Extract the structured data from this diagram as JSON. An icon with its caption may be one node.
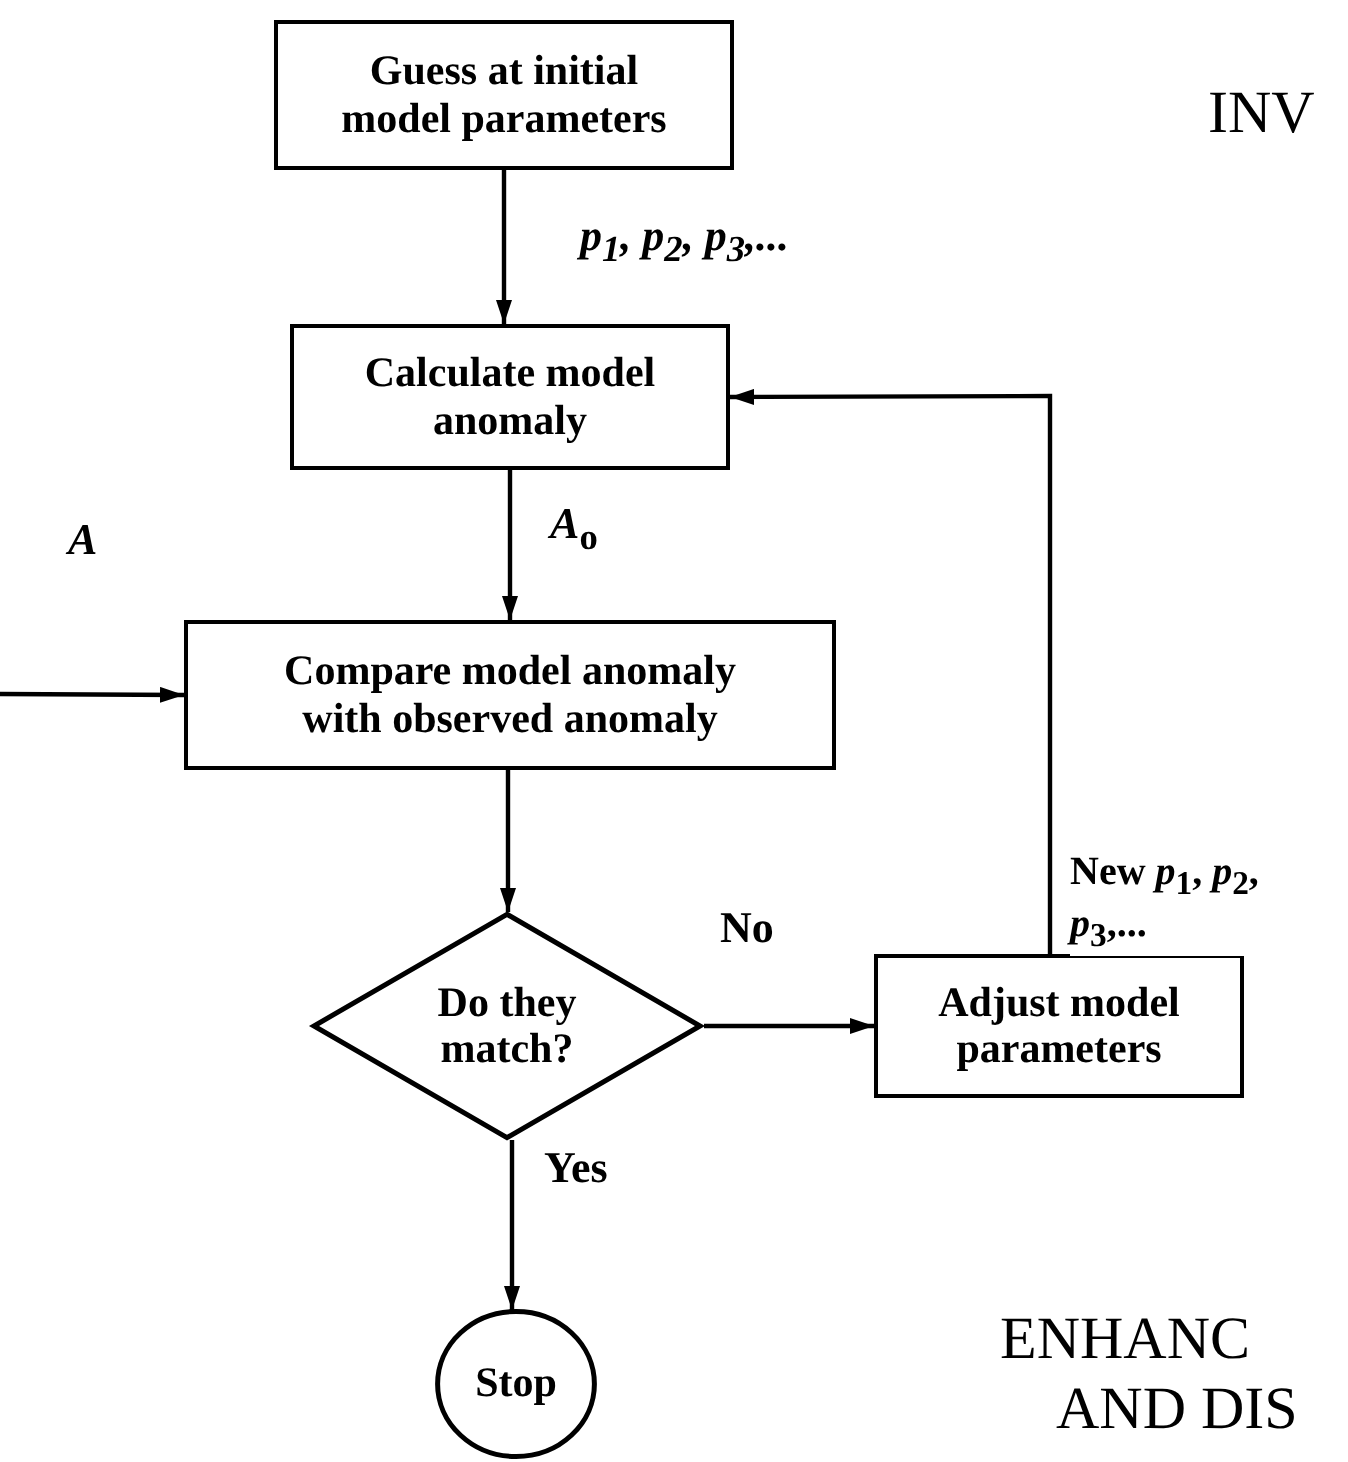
{
  "diagram": {
    "nodes": [
      {
        "text": [
          "Guess at initial model parameters"
        ]
      },
      {
        "text": [
          "Calculate model anomaly"
        ]
      },
      {
        "text": [
          "Compare model anomaly with observed anomaly"
        ]
      },
      {
        "text": [
          "Do they match?"
        ]
      },
      {
        "text": [
          "Adjust model parameters"
        ]
      },
      {
        "text": [
          "Stop"
        ]
      }
    ],
    "edges": [
      {
        "from": 0,
        "to": 1,
        "arrow": "to",
        "label": "*p*$_{1}$, *p*$_{2}$, *p*$_{3}$,..."
      },
      {
        "from": 1,
        "to": 2,
        "arrow": "to",
        "label": "*A*$_{o}$"
      },
      {
        "from": null,
        "to": 2,
        "arrow": "to",
        "label": "A"
      },
      {
        "from": 2,
        "to": 3,
        "arrow": "to"
      },
      {
        "from": 3,
        "to": 4,
        "arrow": "to",
        "label": "No"
      },
      {
        "from": 3,
        "to": 5,
        "arrow": "to",
        "label": "Yes"
      },
      {
        "from": 4,
        "to": 1,
        "arrow": "to",
        "label": "New *p*$_{1}$, *p*$_{2}$, *p*$_{3}$,..."
      }
    ],
    "labels": [
      "INV",
      "ENHANC",
      "AND DIS"
    ]
  }
}
